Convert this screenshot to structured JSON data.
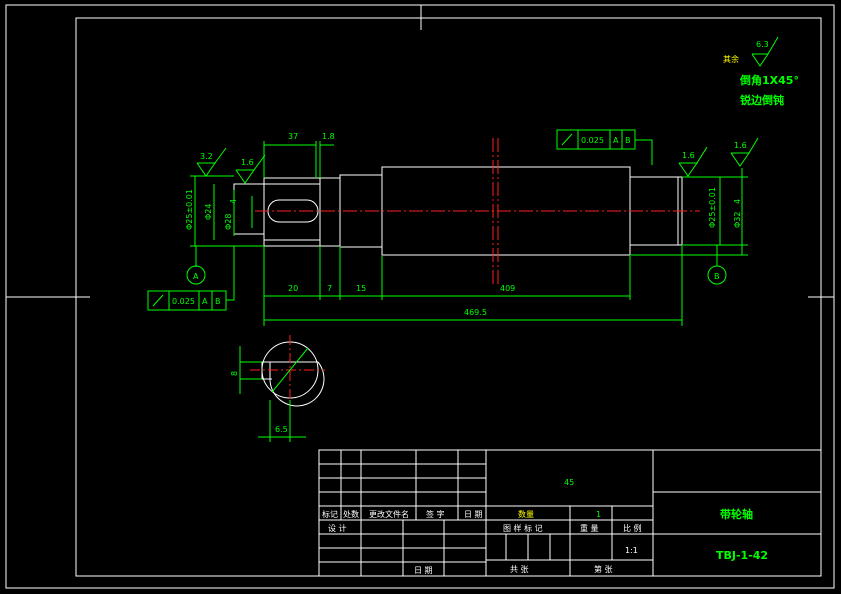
{
  "notes": {
    "other": "其余",
    "other_roughness": "6.3",
    "chamfer": "倒角1X45°",
    "deburr": "锐边倒钝"
  },
  "roughness": {
    "r_left1": "3.2",
    "r_left2": "1.6",
    "r_right1": "1.6",
    "r_right2": "1.6"
  },
  "tolerance_frames": {
    "top_value": "0.025",
    "top_datum": "A",
    "top_datum2": "B",
    "left_value": "0.025",
    "left_datum": "A",
    "left_datum2": "B"
  },
  "dimensions": {
    "d_top_37": "37",
    "d_top_1_8": "1.8",
    "d_left_phi1": "Φ25±0.01",
    "d_left_phi2": "Φ24",
    "d_left_phi3": "Φ28",
    "d_left_key": "4",
    "d_right_phi1": "Φ25±0.01",
    "d_right_phi2": "Φ32",
    "d_right_key": "4",
    "d_bot_20": "20",
    "d_bot_7": "7",
    "d_bot_15": "15",
    "d_bot_409": "409",
    "d_total": "469.5",
    "d_section_depth": "8",
    "d_section_width": "6.5"
  },
  "datums": {
    "a": "A",
    "b": "B"
  },
  "title_block": {
    "material": "45",
    "part_name": "带轮轴",
    "drawing_no": "TBJ-1-42",
    "hdr_mark": "标记",
    "hdr_count": "处数",
    "hdr_doc": "更改文件名",
    "hdr_sign": "签 字",
    "hdr_date": "日 期",
    "design": "设 计",
    "date": "日 期",
    "qty_label": "数量",
    "qty_value": "1",
    "stage_mark": "图 样 标 记",
    "weight": "重 量",
    "scale_label": "比 例",
    "scale_value": "1:1",
    "sheet_total": "共  张",
    "sheet_no": "第  张"
  }
}
